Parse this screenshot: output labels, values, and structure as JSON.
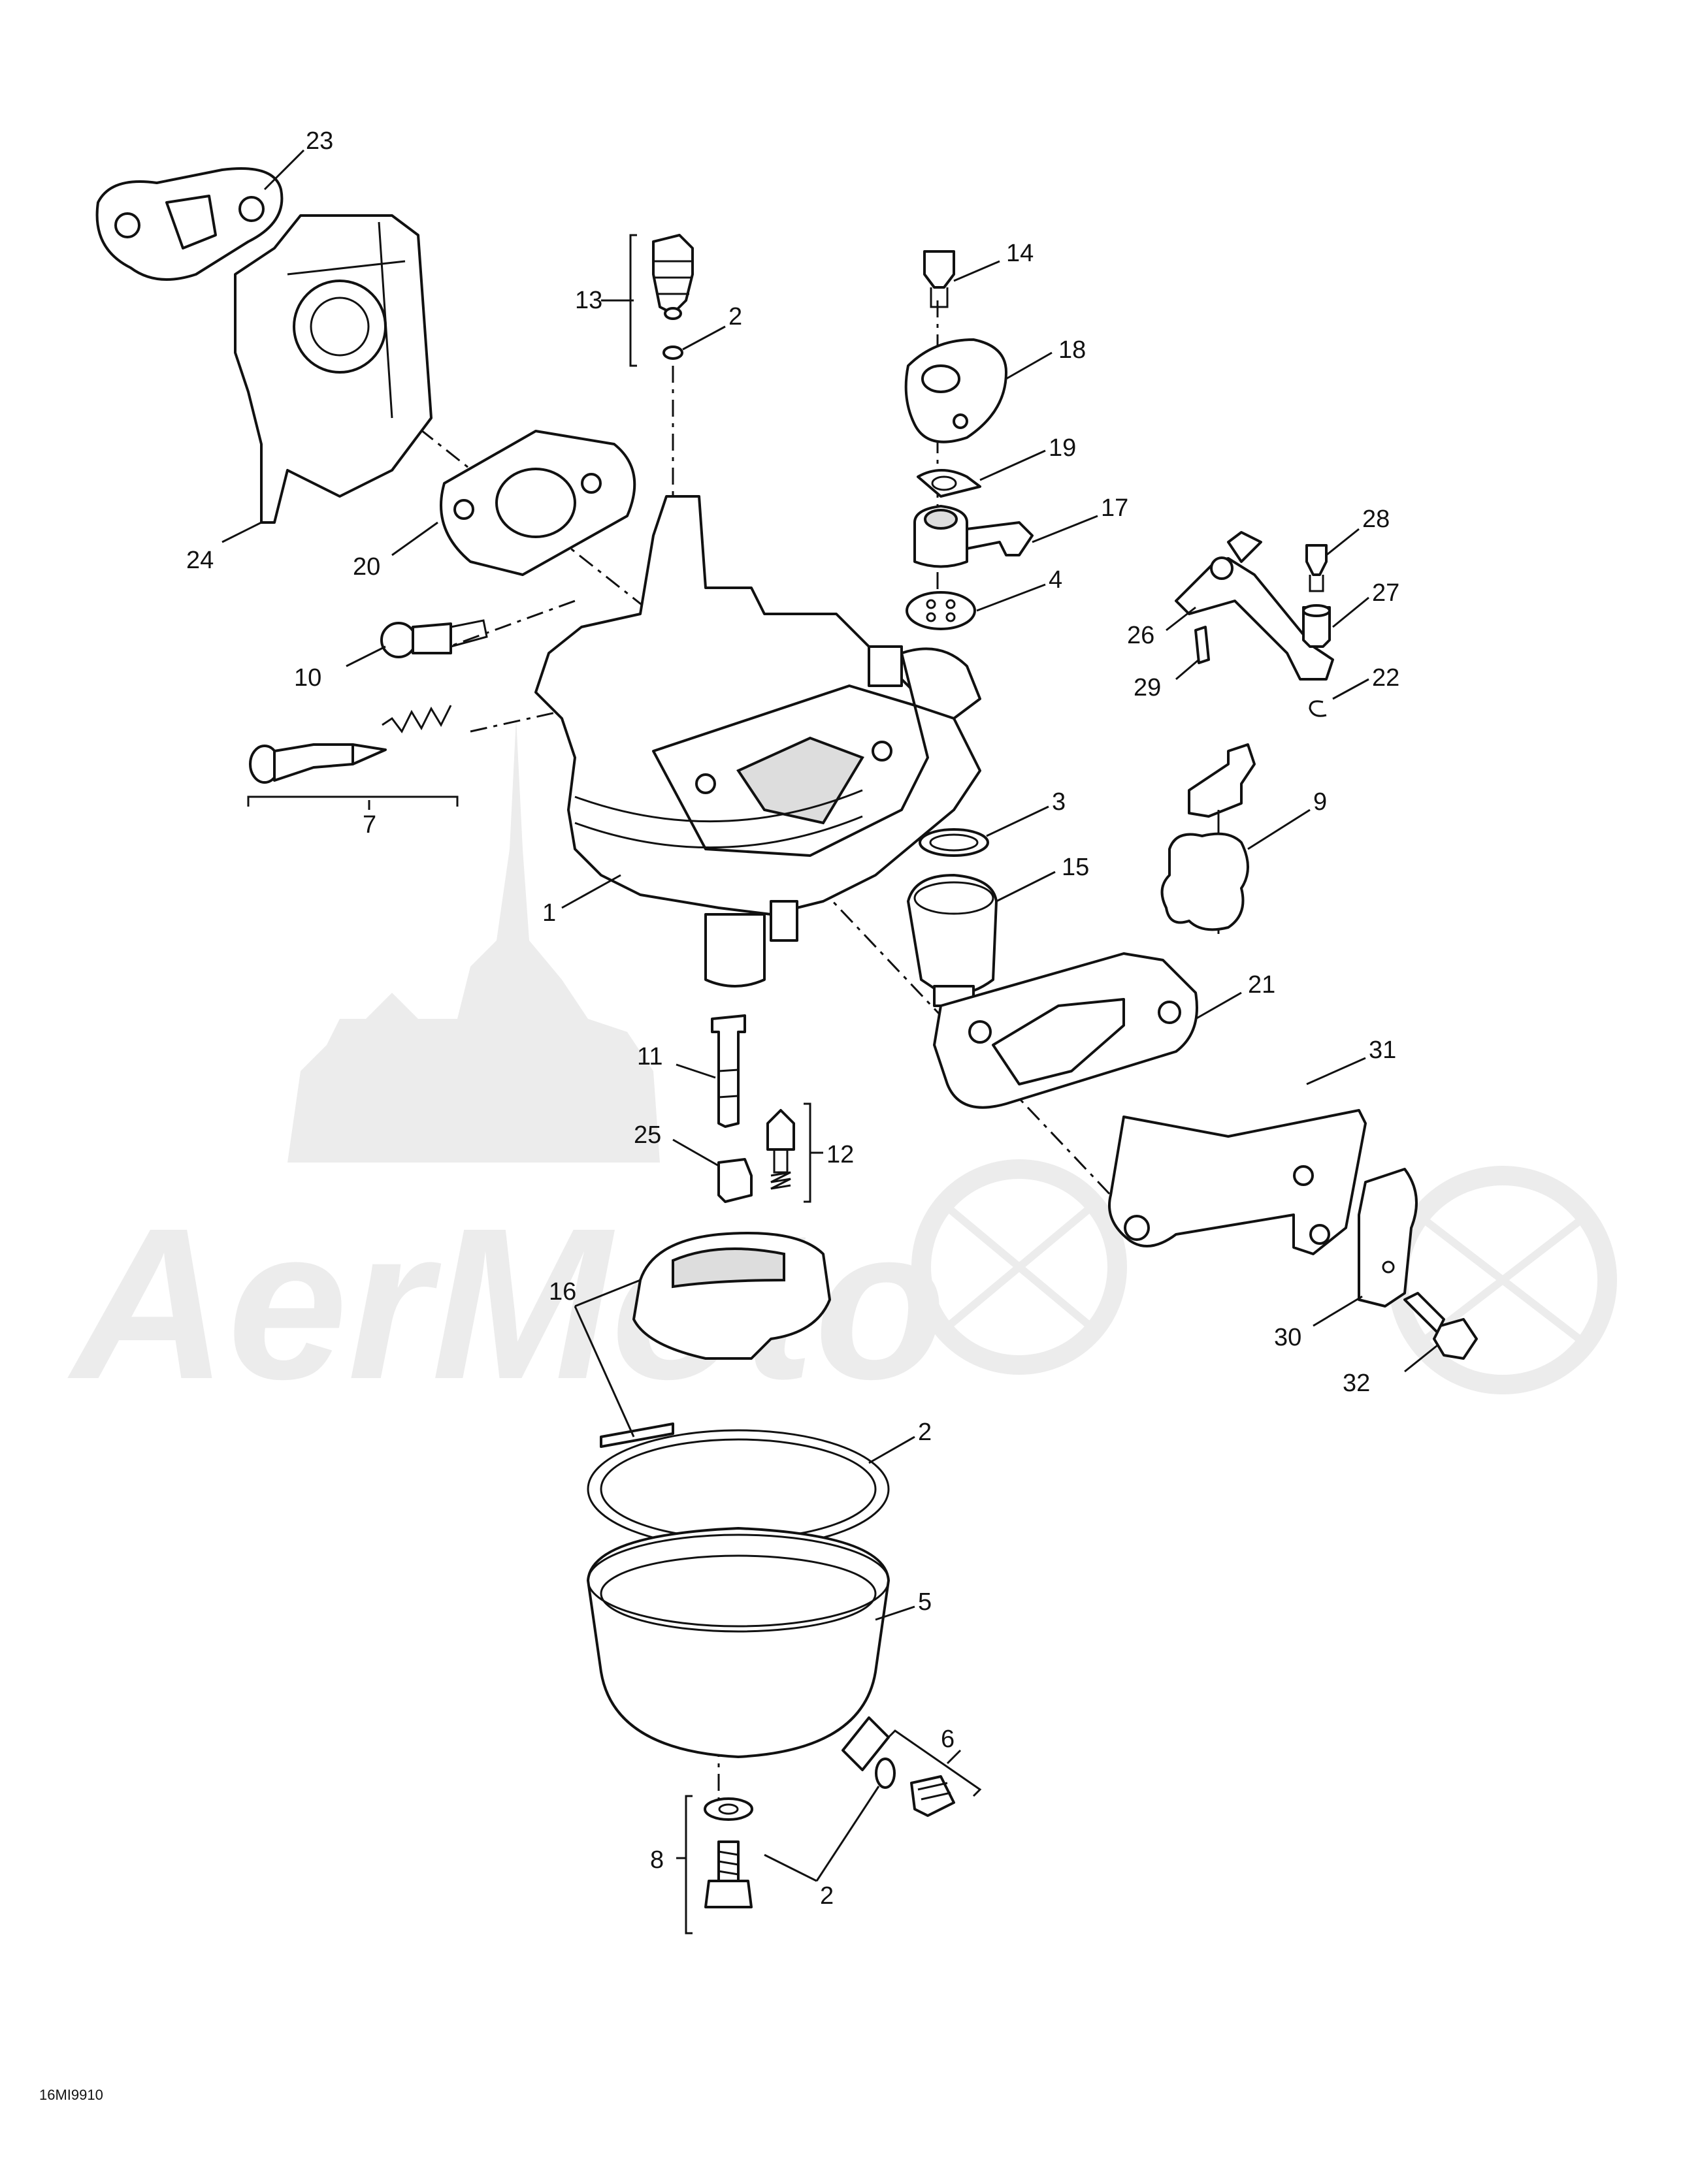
{
  "watermark": {
    "text": "AerMoto",
    "color": "#ececec"
  },
  "figure_code": "16MI9910",
  "callouts": [
    {
      "id": "c23",
      "label": "23"
    },
    {
      "id": "c13",
      "label": "13"
    },
    {
      "id": "c2a",
      "label": "2"
    },
    {
      "id": "c14",
      "label": "14"
    },
    {
      "id": "c18",
      "label": "18"
    },
    {
      "id": "c19",
      "label": "19"
    },
    {
      "id": "c17",
      "label": "17"
    },
    {
      "id": "c28",
      "label": "28"
    },
    {
      "id": "c24",
      "label": "24"
    },
    {
      "id": "c20",
      "label": "20"
    },
    {
      "id": "c4",
      "label": "4"
    },
    {
      "id": "c27",
      "label": "27"
    },
    {
      "id": "c26",
      "label": "26"
    },
    {
      "id": "c10",
      "label": "10"
    },
    {
      "id": "c29",
      "label": "29"
    },
    {
      "id": "c22",
      "label": "22"
    },
    {
      "id": "c7",
      "label": "7"
    },
    {
      "id": "c3",
      "label": "3"
    },
    {
      "id": "c9",
      "label": "9"
    },
    {
      "id": "c15",
      "label": "15"
    },
    {
      "id": "c1",
      "label": "1"
    },
    {
      "id": "c21",
      "label": "21"
    },
    {
      "id": "c11",
      "label": "11"
    },
    {
      "id": "c31",
      "label": "31"
    },
    {
      "id": "c25",
      "label": "25"
    },
    {
      "id": "c12",
      "label": "12"
    },
    {
      "id": "c16",
      "label": "16"
    },
    {
      "id": "c30",
      "label": "30"
    },
    {
      "id": "c32",
      "label": "32"
    },
    {
      "id": "c2b",
      "label": "2"
    },
    {
      "id": "c5",
      "label": "5"
    },
    {
      "id": "c6",
      "label": "6"
    },
    {
      "id": "c8",
      "label": "8"
    },
    {
      "id": "c2c",
      "label": "2"
    }
  ]
}
